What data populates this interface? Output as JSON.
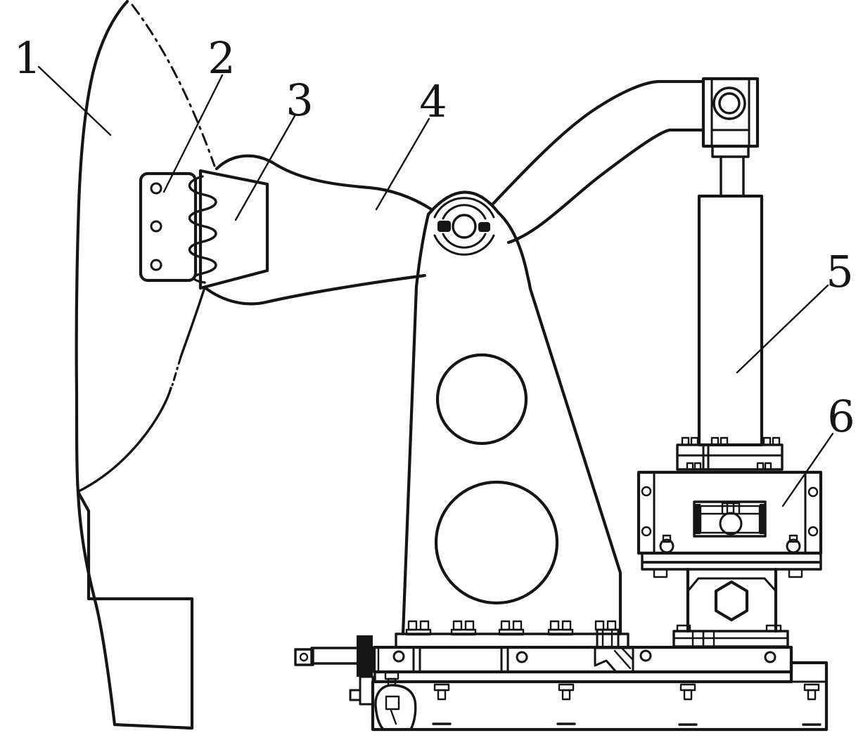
{
  "diagram": {
    "background_color": "#ffffff",
    "line_color": "#151515",
    "part_labels": [
      {
        "text": "1"
      },
      {
        "text": "2"
      },
      {
        "text": "3"
      },
      {
        "text": "4"
      },
      {
        "text": "5"
      },
      {
        "text": "6"
      }
    ]
  }
}
